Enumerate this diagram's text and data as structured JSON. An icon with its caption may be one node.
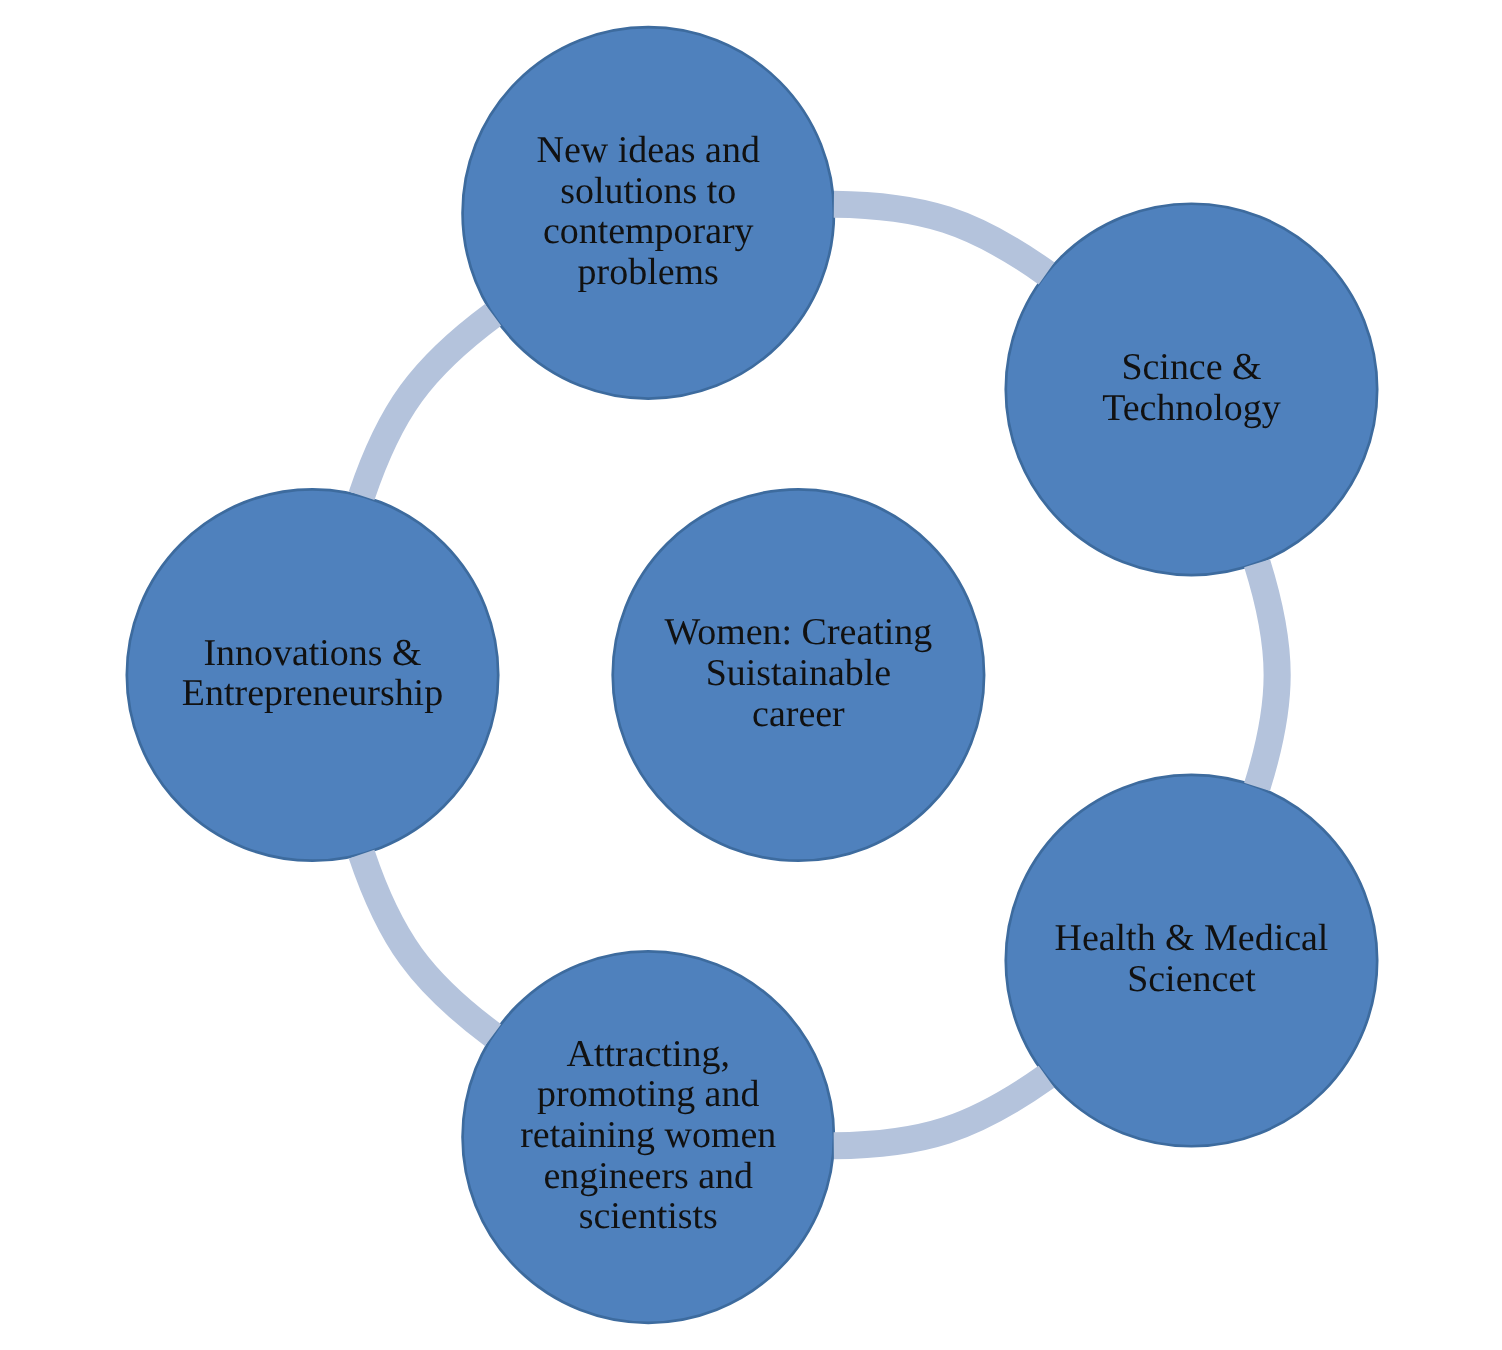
{
  "diagram": {
    "nodes": [
      {
        "text": [
          "Women: Creating Suistainable career"
        ]
      },
      {
        "text": [
          "Scince & Technology"
        ]
      },
      {
        "text": [
          "New ideas and solutions to contemporary problems"
        ]
      },
      {
        "text": [
          "Innovations & Entrepreneurship"
        ]
      },
      {
        "text": [
          "Attracting, promoting and retaining women engineers and scientists"
        ]
      },
      {
        "text": [
          "Health & Medical Sciencet"
        ]
      }
    ],
    "edges": [
      {
        "from": 1,
        "to": 2,
        "arrow": "none"
      },
      {
        "from": 2,
        "to": 3,
        "arrow": "none"
      },
      {
        "from": 3,
        "to": 4,
        "arrow": "none"
      },
      {
        "from": 4,
        "to": 5,
        "arrow": "none"
      },
      {
        "from": 5,
        "to": 1,
        "arrow": "none"
      }
    ]
  }
}
